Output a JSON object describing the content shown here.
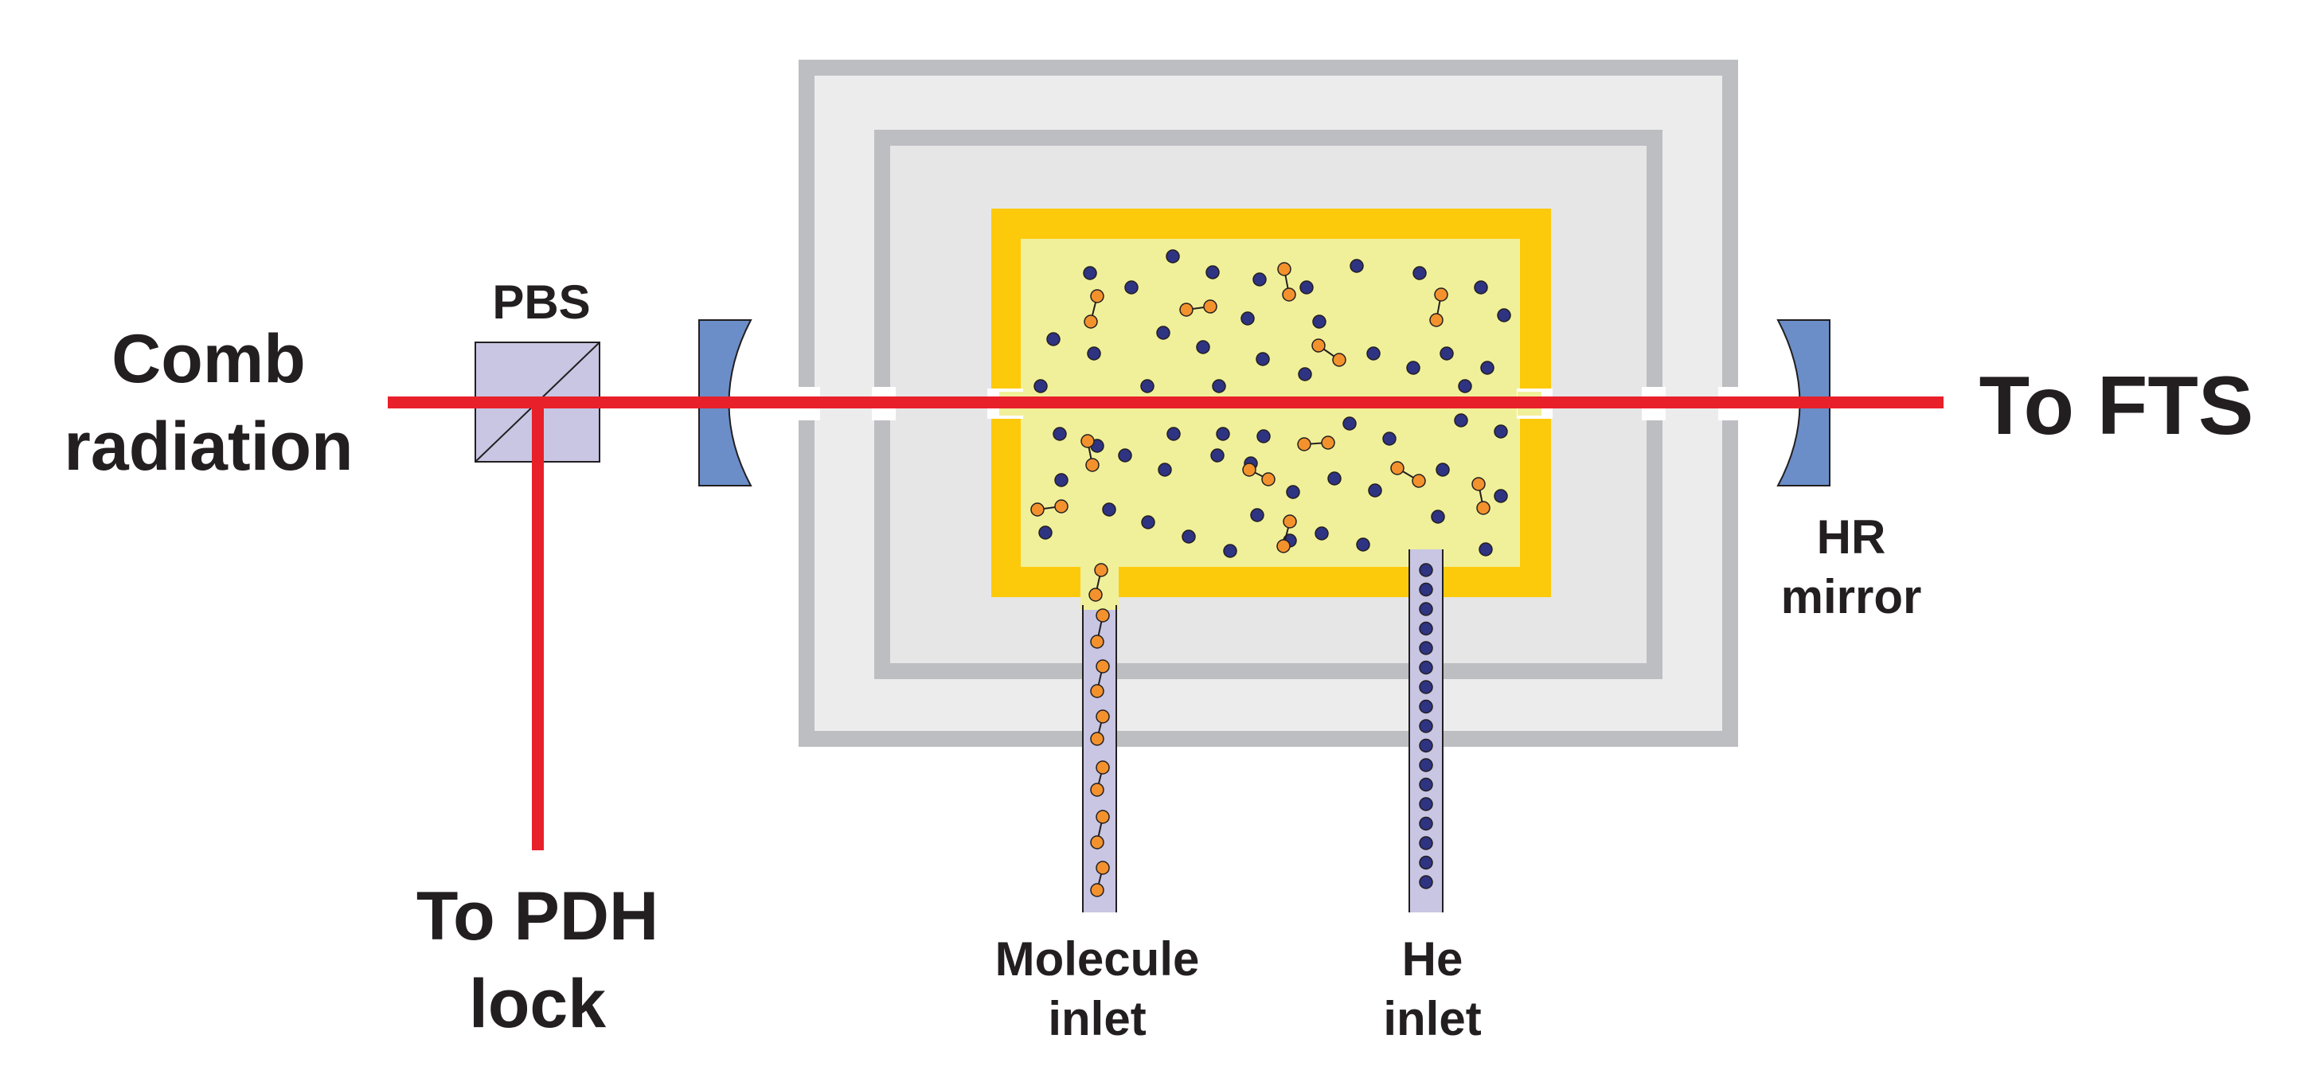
{
  "labels": {
    "comb_line1": "Comb",
    "comb_line2": "radiation",
    "pbs": "PBS",
    "to_fts": "To FTS",
    "pdh_line1": "To PDH",
    "pdh_line2": "lock",
    "hr_line1": "HR",
    "hr_line2": "mirror",
    "mol_line1": "Molecule",
    "mol_line2": "inlet",
    "he_line1": "He",
    "he_line2": "inlet"
  },
  "colors": {
    "beam": "#e8202a",
    "mirror": "#6b8ec9",
    "pbs": "#c8c6e3",
    "shield_stroke": "#bdbec2",
    "shield_fill": "#ececed",
    "inner_fill": "#e6e6e7",
    "cell_outer": "#fdca0b",
    "cell_inner": "#f1f09a",
    "tube": "#c8c6e3",
    "he_atom": "#2e3382",
    "molecule": "#f3922d"
  }
}
